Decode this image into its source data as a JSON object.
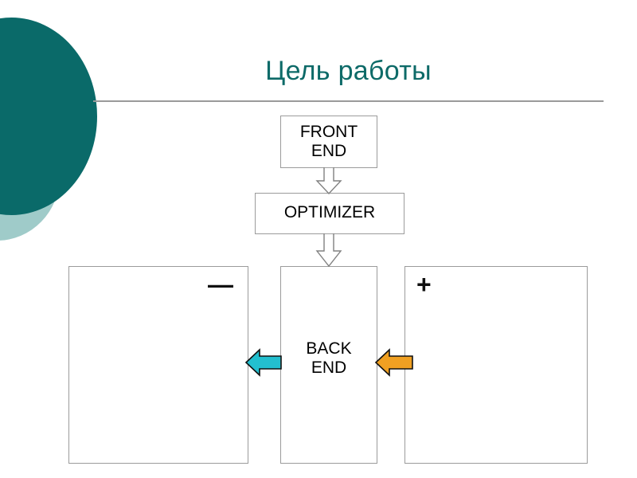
{
  "slide": {
    "title": "Цель работы",
    "background_color": "#ffffff"
  },
  "decor": {
    "circle_dark_color": "#0a6a69",
    "circle_light_color": "#9fcbc9",
    "rule_color": "#9a9a9a",
    "title_color": "#0d6a68"
  },
  "diagram": {
    "boxes": [
      {
        "id": "front-end",
        "label": "FRONT\nEND"
      },
      {
        "id": "optimizer",
        "label": "OPTIMIZER"
      },
      {
        "id": "back-end",
        "label": "BACK\nEND"
      },
      {
        "id": "minus-box",
        "label": ""
      },
      {
        "id": "plus-box",
        "label": ""
      }
    ],
    "labels": {
      "front_end": "FRONT END",
      "front_end_line1": "FRONT",
      "front_end_line2": "END",
      "optimizer": "OPTIMIZER",
      "back_end_line1": "BACK",
      "back_end_line2": "END",
      "minus_sign": "—",
      "plus_sign": "+"
    },
    "arrows": [
      {
        "id": "front-to-optimizer",
        "direction": "down",
        "style": "block-outline",
        "fill": "#ffffff",
        "stroke": "#808080"
      },
      {
        "id": "optimizer-to-back-end",
        "direction": "down",
        "style": "block-outline",
        "fill": "#ffffff",
        "stroke": "#808080"
      },
      {
        "id": "back-end-to-minus",
        "direction": "left",
        "style": "block-solid",
        "fill": "#23bfcf",
        "stroke": "#111111"
      },
      {
        "id": "plus-to-back-end",
        "direction": "left",
        "style": "block-solid",
        "fill": "#f0a022",
        "stroke": "#111111"
      }
    ],
    "box_border_color": "#9b9b9b",
    "box_fill_color": "#ffffff"
  }
}
